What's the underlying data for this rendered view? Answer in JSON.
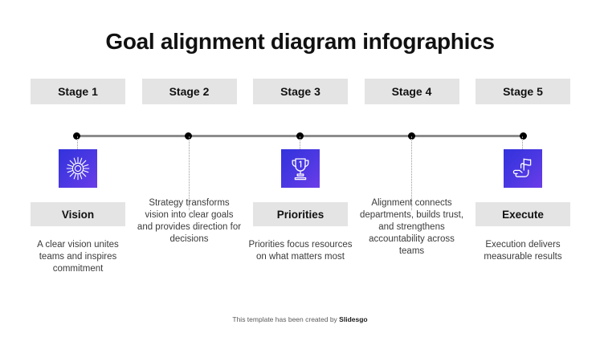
{
  "title": "Goal alignment diagram infographics",
  "theme": {
    "box_gray": "#e4e4e4",
    "icon_gradient_start": "#3232dc",
    "icon_gradient_end": "#6b3ce8",
    "timeline_color": "#8c8c8c",
    "dot_color": "#000000"
  },
  "stages": [
    {
      "stage_label": "Stage 1",
      "title": "Vision",
      "has_title_box": true,
      "icon": "vision-burst-icon",
      "description": "A clear vision unites teams and inspires commitment"
    },
    {
      "stage_label": "Stage 2",
      "title": "",
      "has_title_box": false,
      "icon": "",
      "description": "Strategy transforms vision into clear goals and provides direction for decisions"
    },
    {
      "stage_label": "Stage 3",
      "title": "Priorities",
      "has_title_box": true,
      "icon": "trophy-icon",
      "description": "Priorities focus resources on what matters most"
    },
    {
      "stage_label": "Stage 4",
      "title": "",
      "has_title_box": false,
      "icon": "",
      "description": "Alignment connects departments, builds trust, and strengthens accountability across teams"
    },
    {
      "stage_label": "Stage 5",
      "title": "Execute",
      "has_title_box": true,
      "icon": "hand-flag-icon",
      "description": "Execution delivers measurable results"
    }
  ],
  "footer": {
    "text": "This template has been created by ",
    "brand": "Slidesgo"
  }
}
